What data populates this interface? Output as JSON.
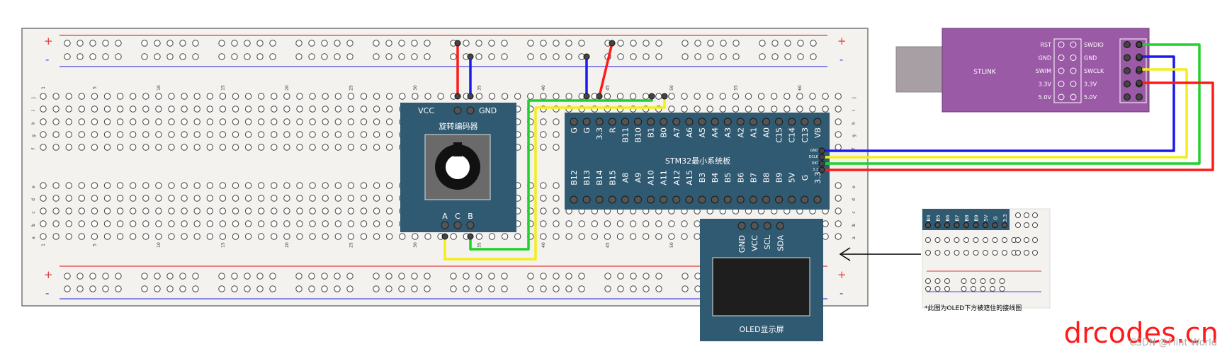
{
  "breadboard": {
    "plus": "+",
    "minus": "-",
    "col_numbers": [
      "1",
      "5",
      "10",
      "15",
      "20",
      "25",
      "30",
      "35",
      "40",
      "45",
      "50",
      "55",
      "60"
    ],
    "row_letters_top": [
      "j",
      "i",
      "h",
      "g",
      "f"
    ],
    "row_letters_bottom": [
      "e",
      "d",
      "c",
      "b",
      "a"
    ]
  },
  "encoder": {
    "title": "旋转编码器",
    "vcc": "VCC",
    "gnd": "GND",
    "pins": [
      "A",
      "C",
      "B"
    ]
  },
  "stm32": {
    "title": "STM32最小系统板",
    "top_pins": [
      "G",
      "G",
      "3.3",
      "R",
      "B11",
      "B10",
      "B1",
      "B0",
      "A7",
      "A6",
      "A5",
      "A4",
      "A3",
      "A2",
      "A1",
      "A0",
      "C15",
      "C14",
      "C13",
      "VB"
    ],
    "bottom_pins": [
      "B12",
      "B13",
      "B14",
      "B15",
      "A8",
      "A9",
      "A10",
      "A11",
      "A12",
      "A15",
      "B3",
      "B4",
      "B5",
      "B6",
      "B7",
      "B8",
      "B9",
      "5V",
      "G",
      "3.3"
    ],
    "side_labels": [
      "GND",
      "DCLK",
      "DIO",
      "3.3"
    ]
  },
  "oled": {
    "title": "OLED显示屏",
    "pins": [
      "GND",
      "VCC",
      "SCL",
      "SDA"
    ]
  },
  "stlink": {
    "name": "STLINK",
    "left_labels": [
      "RST",
      "GND",
      "SWIM",
      "3.3V",
      "5.0V"
    ],
    "right_labels": [
      "SWDIO",
      "GND",
      "SWCLK",
      "3.3V",
      "5.0V"
    ]
  },
  "inset": {
    "pins": [
      "B4",
      "B5",
      "B6",
      "B7",
      "B8",
      "B9",
      "5V",
      "G",
      "3.3"
    ],
    "caption": "*此图为OLED下方被遮住的接线图"
  },
  "watermark": {
    "brand": "drcodes.cn",
    "credit": "CSDN @Flint World"
  },
  "colors": {
    "board": "#f4f2ee",
    "module": "#2f5a72",
    "stlink": "#9b5aa6",
    "red": "#ff1a1a",
    "blue": "#1a1aee",
    "yellow": "#f3ee1a",
    "green": "#22d02a"
  }
}
